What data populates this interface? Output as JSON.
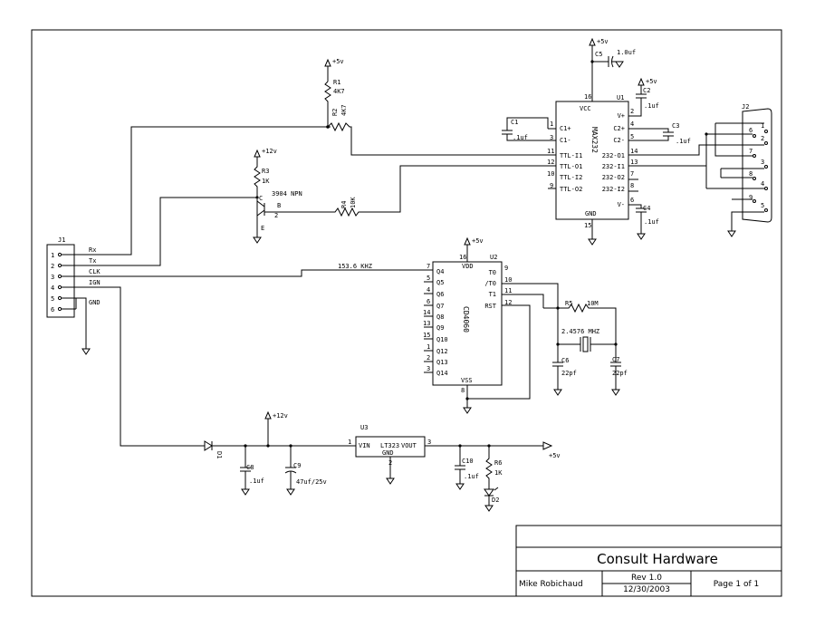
{
  "title_block": {
    "title": "Consult Hardware",
    "author": "Mike Robichaud",
    "rev": "Rev 1.0",
    "date": "12/30/2003",
    "page": "Page 1 of 1"
  },
  "j1": {
    "ref": "J1",
    "pins": [
      "1",
      "2",
      "3",
      "4",
      "5",
      "6"
    ],
    "signals": {
      "rx": "Rx",
      "tx": "Tx",
      "clk": "CLK",
      "ign": "IGN",
      "gnd": "GND"
    }
  },
  "j2": {
    "ref": "J2",
    "pins": [
      "1",
      "6",
      "2",
      "7",
      "3",
      "8",
      "4",
      "9",
      "5"
    ]
  },
  "u1": {
    "ref": "U1",
    "part": "MAX232",
    "vcc": "VCC",
    "gnd": "GND",
    "left_pins": {
      "c1p": "C1+",
      "c1m": "C1-",
      "ttli1": "TTL-I1",
      "ttlo1": "TTL-O1",
      "ttli2": "TTL-I2",
      "ttlo2": "TTL-O2"
    },
    "right_pins": {
      "vp": "V+",
      "c2p": "C2+",
      "c2m": "C2-",
      "o1": "232-O1",
      "i1": "232-I1",
      "o2": "232-O2",
      "i2": "232-I2",
      "vm": "V-"
    },
    "nums": {
      "p16": "16",
      "p15": "15",
      "p1": "1",
      "p3": "3",
      "p11": "11",
      "p12": "12",
      "p10": "10",
      "p9": "9",
      "p2": "2",
      "p4": "4",
      "p5": "5",
      "p14": "14",
      "p13": "13",
      "p7": "7",
      "p8": "8",
      "p6": "6"
    }
  },
  "u2": {
    "ref": "U2",
    "part": "CD4060",
    "vdd": "VDD",
    "vss": "VSS",
    "left_pins": [
      "Q4",
      "Q5",
      "Q6",
      "Q7",
      "Q8",
      "Q9",
      "Q10",
      "Q12",
      "Q13",
      "Q14"
    ],
    "left_nums": [
      "7",
      "5",
      "4",
      "6",
      "14",
      "13",
      "15",
      "1",
      "2",
      "3"
    ],
    "right_pins": {
      "t0": "T0",
      "nt0": "/T0",
      "t1": "T1",
      "rst": "RST"
    },
    "right_nums": {
      "t0": "9",
      "nt0": "10",
      "t1": "11",
      "rst": "12"
    },
    "p16": "16",
    "p8": "8"
  },
  "u3": {
    "ref": "U3",
    "part": "LT323",
    "vin": "VIN",
    "vout": "VOUT",
    "gnd": "GND",
    "p1": "1",
    "p2": "2",
    "p3": "3"
  },
  "parts": {
    "r1": {
      "ref": "R1",
      "val": "4K7"
    },
    "r2": {
      "ref": "R2",
      "val": "4K7"
    },
    "r3": {
      "ref": "R3",
      "val": "1K"
    },
    "r4": {
      "ref": "R4",
      "val": "10K"
    },
    "r5": {
      "ref": "R5",
      "val": "10M"
    },
    "r6": {
      "ref": "R6",
      "val": "1K"
    },
    "q1": {
      "part": "3904 NPN",
      "c": "C",
      "b": "B",
      "e": "E",
      "pinb": "2"
    },
    "c1": {
      "ref": "C1",
      "val": ".1uf"
    },
    "c2": {
      "ref": "C2",
      "val": ".1uf"
    },
    "c3": {
      "ref": "C3",
      "val": ".1uf"
    },
    "c4": {
      "ref": "C4",
      "val": ".1uf"
    },
    "c5": {
      "ref": "C5",
      "val": "1.0uf"
    },
    "c6": {
      "ref": "C6",
      "val": "22pf"
    },
    "c7": {
      "ref": "C7",
      "val": "22pf"
    },
    "c8": {
      "ref": "C8",
      "val": ".1uf"
    },
    "c9": {
      "ref": "C9",
      "val": "47uf/25v"
    },
    "c10": {
      "ref": "C10",
      "val": ".1uf"
    },
    "d1": {
      "ref": "D1"
    },
    "d2": {
      "ref": "D2"
    },
    "xtal": {
      "val": "2.4576 MHZ"
    }
  },
  "nets": {
    "p5v": "+5v",
    "p12v": "+12v",
    "clk_freq": "153.6 KHZ"
  }
}
